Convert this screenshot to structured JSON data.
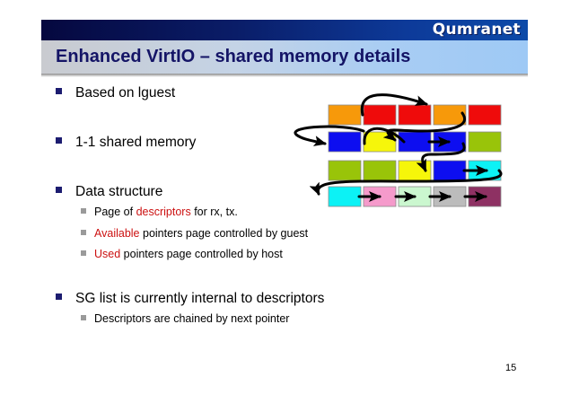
{
  "header": {
    "brand": "Qumranet",
    "title": "Enhanced VirtIO – shared memory details"
  },
  "bullets": [
    {
      "text": "Based on lguest"
    },
    {
      "text": "1-1 shared memory"
    },
    {
      "text": "Data structure"
    },
    {
      "text": "SG list is currently internal to descriptors"
    }
  ],
  "sub_bullets": {
    "data_structure": [
      {
        "before": "Page of ",
        "highlight": "descriptors",
        "after": " for rx, tx."
      },
      {
        "before": "",
        "highlight": "Available",
        "after": " pointers page controlled by guest"
      },
      {
        "before": "",
        "highlight": "Used",
        "after": " pointers page controlled by host"
      }
    ],
    "sg_list": [
      {
        "text": "Descriptors are chained by next pointer"
      }
    ]
  },
  "diagram": {
    "description": "Descriptor blocks chained by next pointers",
    "rows": [
      [
        "#f7990a",
        "#ef0b0b",
        "#ef0b0b",
        "#f7990a",
        "#ef0b0b"
      ],
      [
        "#0d0ef0",
        "#f6f60a",
        "#0d0ef0",
        "#0d0ef0",
        "#99c409"
      ],
      [
        "#99c409",
        "#99c409",
        "#f6f60a",
        "#0d0ef0",
        "#0cf2f5"
      ],
      [
        "#0cf2f5",
        "#f59acb",
        "#cbf7cf",
        "#bcbcbc",
        "#8e3163"
      ]
    ]
  },
  "colors": {
    "title": "#141466",
    "highlight": "#cc1111",
    "bullet_primary": "#1c1c70",
    "bullet_secondary": "#9a9a9a"
  },
  "page_number": "15"
}
